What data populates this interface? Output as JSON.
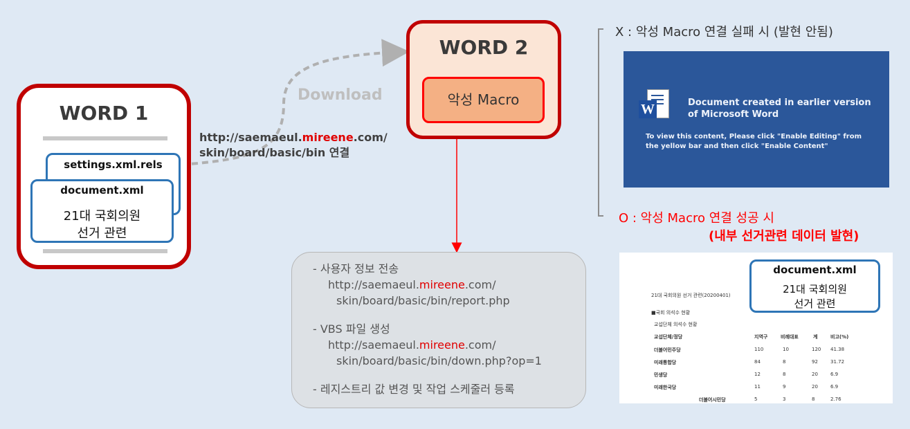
{
  "word1": {
    "title": "WORD 1",
    "settings_label": "settings.xml.rels",
    "document_label": "document.xml",
    "content_line1": "21대 국회의원",
    "content_line2": "선거 관련"
  },
  "word2": {
    "title": "WORD 2",
    "macro_label": "악성 Macro"
  },
  "download_label": "Download",
  "url_connection": {
    "prefix": "http://saemaeul.",
    "highlight": "mireene",
    "suffix": ".com/",
    "line2": "skin/board/basic/bin 연결"
  },
  "actions": [
    {
      "title": "- 사용자 정보 전송",
      "url_prefix": "http://saemaeul.",
      "url_highlight": "mireene",
      "url_suffix": ".com/",
      "path": "skin/board/basic/bin/report.php"
    },
    {
      "title": "- VBS 파일 생성",
      "url_prefix": "http://saemaeul.",
      "url_highlight": "mireene",
      "url_suffix": ".com/",
      "path": "skin/board/basic/bin/down.php?op=1"
    },
    {
      "title": "- 레지스트리 값 변경 및 작업 스케줄러 등록"
    }
  ],
  "fail_case": {
    "label": "X : 악성 Macro 연결 실패 시 (발현 안됨)",
    "banner_title_line1": "Document created in earlier version",
    "banner_title_line2": "of Microsoft Word",
    "banner_body_line1": "To view this content, Please click \"Enable Editing\" from",
    "banner_body_line2": "the yellow bar and then click \"Enable Content\""
  },
  "success_case": {
    "label_line1": "O : 악성 Macro 연결 성공 시",
    "label_line2": "(내부 선거관련 데이터 발현)",
    "doc_title": "21대 국회의원 선거 관련(20200401)",
    "section": "■국회 의석수 현황",
    "subsection": "교섭단체 의석수 현황",
    "table_headers": [
      "교섭단체/정당",
      "지역구",
      "비례대표",
      "계",
      "비고(%)"
    ],
    "table_rows": [
      [
        "더불어민주당",
        "110",
        "10",
        "120",
        "41.38"
      ],
      [
        "미래통합당",
        "84",
        "8",
        "92",
        "31.72"
      ],
      [
        "민생당",
        "12",
        "8",
        "20",
        "6.9"
      ],
      [
        "미래한국당",
        "11",
        "9",
        "20",
        "6.9"
      ],
      [
        "더불어시민당",
        "5",
        "3",
        "8",
        "2.76"
      ]
    ],
    "overlay_label": "document.xml",
    "overlay_line1": "21대 국회의원",
    "overlay_line2": "선거 관련"
  },
  "colors": {
    "background": "#dfe9f4",
    "word_border": "#c00000",
    "doc_border": "#2e75b6",
    "macro_fill": "#f4b084",
    "highlight_red": "#e00000",
    "banner_blue": "#2b579a"
  },
  "icons": [
    "word-icon",
    "download-arrow",
    "macro-arrow"
  ]
}
